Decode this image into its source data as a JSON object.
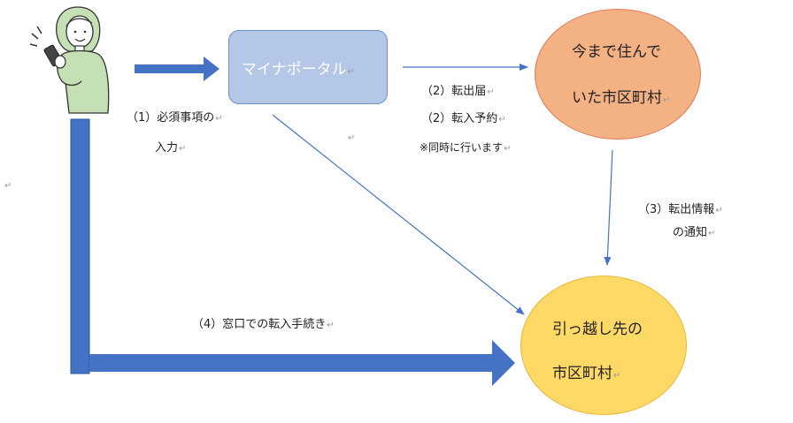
{
  "nodes": {
    "portal": "マイナポータル",
    "prev_city_line1": "今まで住んで",
    "prev_city_line2": "いた市区町村",
    "new_city_line1": "引っ越し先の",
    "new_city_line2": "市区町村"
  },
  "steps": {
    "s1_line1": "（1）必須事項の",
    "s1_line2": "入力",
    "s2a": "（2）転出届",
    "s2b": "（2）転入予約",
    "s2_note": "※同時に行います",
    "s3_line1": "（3）転出情報",
    "s3_line2": "の通知",
    "s4": "（4）窓口での転入手続き"
  },
  "return_mark": "↵",
  "colors": {
    "thick_arrow": "#4472c4",
    "thin_arrow": "#4472c4",
    "portal_fill": "#b4c7e7",
    "prev_city_fill": "#f4b183",
    "new_city_fill": "#ffd966"
  }
}
